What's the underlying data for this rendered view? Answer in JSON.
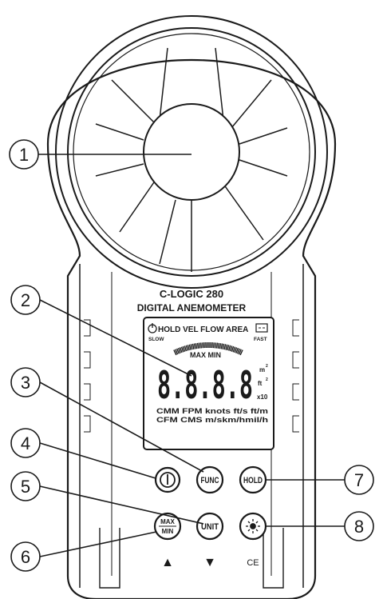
{
  "device": {
    "model": "C-LOGIC 280",
    "subtitle": "DIGITAL ANEMOMETER"
  },
  "lcd": {
    "top_row": "HOLD VEL FLOW AREA",
    "slow": "SLOW",
    "fast": "FAST",
    "max_min": "MAX MIN",
    "digits": "8.8.8.8",
    "unit_m2": "m",
    "unit_ft2": "ft",
    "sup": "2",
    "x10": "x10",
    "units_row1": "CMM FPM knots ft/s ft/m",
    "units_row2": "CFM CMS m/skm/hmil/h",
    "icons": [
      "power-icon",
      "battery-icon"
    ]
  },
  "buttons": {
    "power_icon": "power-icon",
    "func": "FUNC",
    "hold": "HOLD",
    "unit": "UNIT",
    "max": "MAX",
    "min": "MIN",
    "light_icon": "sun-icon"
  },
  "bottom": {
    "up": "▲",
    "down": "▼",
    "ce": "CE"
  },
  "callouts": [
    "1",
    "2",
    "3",
    "4",
    "5",
    "6",
    "7",
    "8"
  ]
}
